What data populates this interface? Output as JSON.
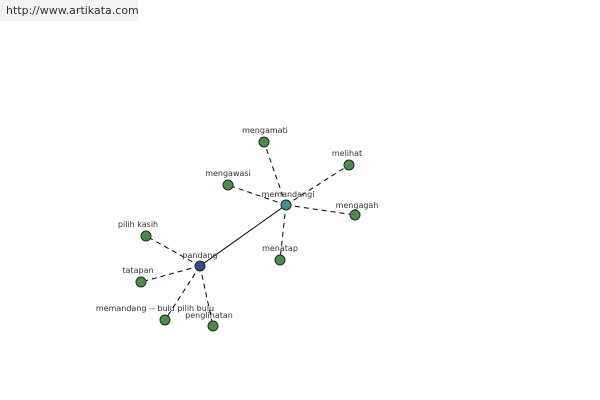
{
  "header": {
    "url": "http://www.artikata.com"
  },
  "colors": {
    "leaf": "#4e8a4e",
    "hub_primary": "#3a4a8a",
    "hub_secondary": "#4a8a9a"
  },
  "graph": {
    "nodes": [
      {
        "id": "pandang",
        "label": "pandang",
        "kind": "hub_primary"
      },
      {
        "id": "memandangi",
        "label": "memandangi",
        "kind": "hub_secondary"
      },
      {
        "id": "mengamati",
        "label": "mengamati",
        "kind": "leaf"
      },
      {
        "id": "melihat",
        "label": "melihat",
        "kind": "leaf"
      },
      {
        "id": "mengawasi",
        "label": "mengawasi",
        "kind": "leaf"
      },
      {
        "id": "mengagah",
        "label": "mengagah",
        "kind": "leaf"
      },
      {
        "id": "menatap",
        "label": "menatap",
        "kind": "leaf"
      },
      {
        "id": "pilih-kasih",
        "label": "pilih kasih",
        "kind": "leaf"
      },
      {
        "id": "tatapan",
        "label": "tatapan",
        "kind": "leaf"
      },
      {
        "id": "memandang-bulu",
        "label": "memandang -- bulu pilih bulu",
        "kind": "leaf"
      },
      {
        "id": "penglihatan",
        "label": "penglihatan",
        "kind": "leaf"
      }
    ],
    "edges": [
      {
        "from": "pandang",
        "to": "memandangi",
        "style": "solid"
      },
      {
        "from": "memandangi",
        "to": "mengamati",
        "style": "dashed"
      },
      {
        "from": "memandangi",
        "to": "melihat",
        "style": "dashed"
      },
      {
        "from": "memandangi",
        "to": "mengawasi",
        "style": "dashed"
      },
      {
        "from": "memandangi",
        "to": "mengagah",
        "style": "dashed"
      },
      {
        "from": "memandangi",
        "to": "menatap",
        "style": "dashed"
      },
      {
        "from": "pandang",
        "to": "pilih-kasih",
        "style": "dashed"
      },
      {
        "from": "pandang",
        "to": "tatapan",
        "style": "dashed"
      },
      {
        "from": "pandang",
        "to": "memandang-bulu",
        "style": "dashed"
      },
      {
        "from": "pandang",
        "to": "penglihatan",
        "style": "dashed"
      }
    ]
  }
}
